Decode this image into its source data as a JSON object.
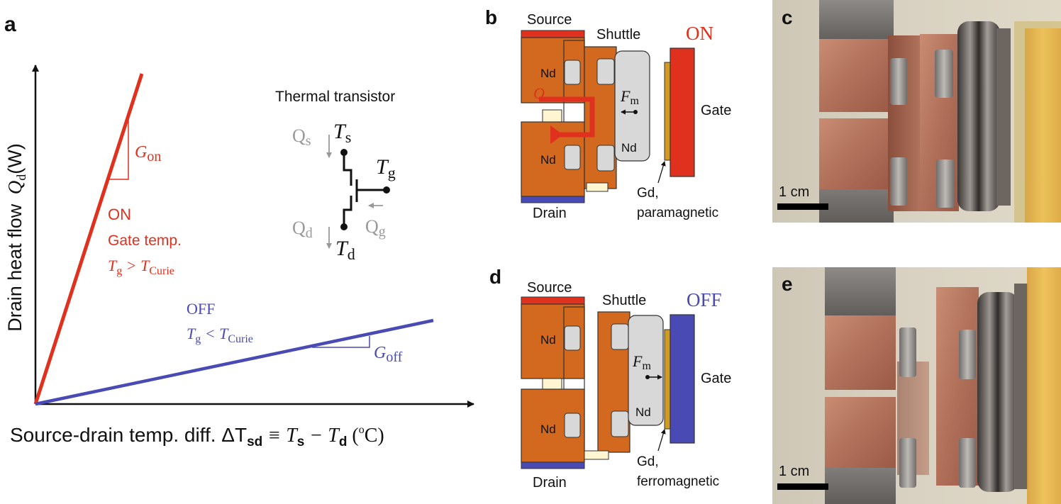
{
  "panels": {
    "a": "a",
    "b": "b",
    "c": "c",
    "d": "d",
    "e": "e"
  },
  "colors": {
    "red": "#e0301e",
    "blue": "#4a4ab4",
    "gray": "#9a9a9a",
    "copper": "#d2691e",
    "nd_magnet": "#d8d8d8",
    "gd_layer": "#d19a22"
  },
  "panel_a": {
    "y_axis_label": "Drain heat flow",
    "y_axis_symbol": "Q",
    "y_axis_sub": "d",
    "y_axis_unit": "(W)",
    "x_axis_label": "Source-drain temp. diff. ΔT",
    "x_axis_sub": "sd",
    "x_axis_rest": " ≡ T",
    "x_axis_sub2": "s",
    "x_axis_minus": " − T",
    "x_axis_sub3": "d",
    "x_axis_unit": " (",
    "x_axis_unit_sup": "o",
    "x_axis_unit_end": "C)",
    "on_label": "ON",
    "on_gate": "Gate temp.",
    "on_condition_T": "T",
    "on_condition_sub": "g",
    "on_condition_op": " > T",
    "on_condition_sub2": "Curie",
    "off_label": "OFF",
    "off_condition_T": "T",
    "off_condition_sub": "g",
    "off_condition_op": " < T",
    "off_condition_sub2": "Curie",
    "g_on": "G",
    "g_on_sub": "on",
    "g_off": "G",
    "g_off_sub": "off",
    "transistor_title": "Thermal transistor",
    "Ts": "T",
    "Ts_sub": "s",
    "Tg": "T",
    "Tg_sub": "g",
    "Td": "T",
    "Td_sub": "d",
    "Qs": "Q",
    "Qs_sub": "s",
    "Qd": "Q",
    "Qd_sub": "d",
    "Qg": "Q",
    "Qg_sub": "g"
  },
  "panel_b": {
    "source": "Source",
    "shuttle": "Shuttle",
    "state": "ON",
    "nd": "Nd",
    "q": "Q",
    "fm": "F",
    "fm_sub": "m",
    "gate": "Gate",
    "drain": "Drain",
    "gd": "Gd,",
    "gd_state": "paramagnetic"
  },
  "panel_d": {
    "source": "Source",
    "shuttle": "Shuttle",
    "state": "OFF",
    "nd": "Nd",
    "fm": "F",
    "fm_sub": "m",
    "gate": "Gate",
    "drain": "Drain",
    "gd": "Gd,",
    "gd_state": "ferromagnetic"
  },
  "panel_c": {
    "scale": "1 cm"
  },
  "panel_e": {
    "scale": "1 cm"
  }
}
